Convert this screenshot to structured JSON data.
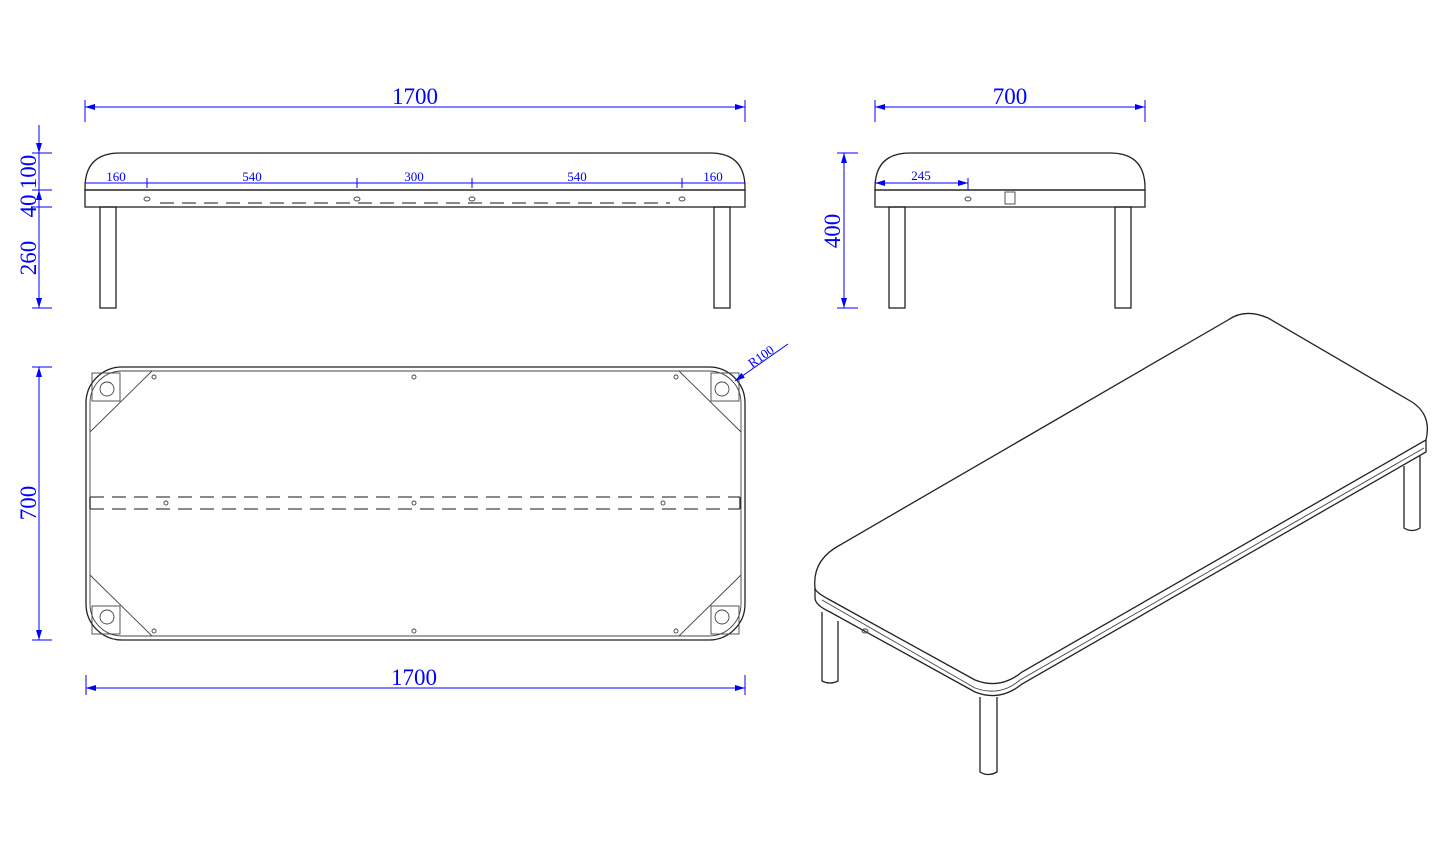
{
  "colors": {
    "dimension": "#0000ff",
    "outline": "#222222"
  },
  "front_view": {
    "overall_width": "1700",
    "segments": [
      "160",
      "540",
      "300",
      "540",
      "160"
    ],
    "heights": [
      "100",
      "40",
      "260"
    ]
  },
  "side_view": {
    "overall_depth": "700",
    "offset": "245",
    "overall_height": "400"
  },
  "plan_view": {
    "radius": "R100",
    "depth": "700",
    "width": "1700"
  }
}
